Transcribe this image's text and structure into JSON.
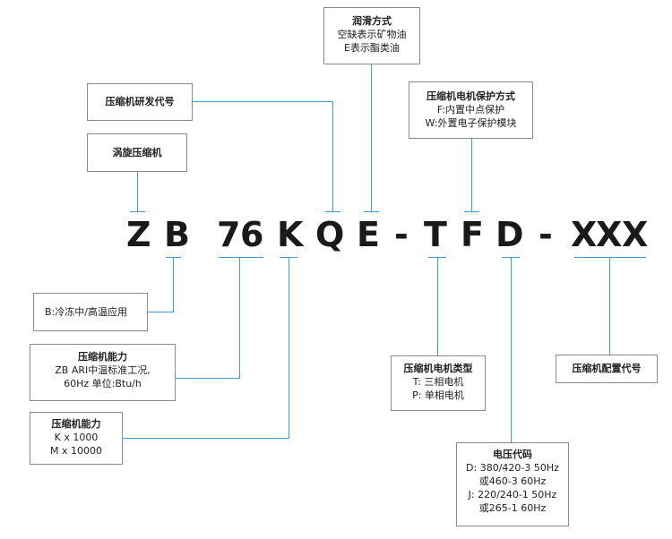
{
  "model_code": {
    "chars": [
      "Z",
      "B",
      "7",
      "6",
      "K",
      "Q",
      "E",
      "-",
      "T",
      "F",
      "D",
      "-",
      "X",
      "X",
      "X"
    ]
  },
  "boxes": {
    "lubricant": {
      "title": "润滑方式",
      "lines": [
        "空缺表示矿物油",
        "E表示酯类油"
      ]
    },
    "dev_code": {
      "title": "压缩机研发代号",
      "lines": []
    },
    "scroll": {
      "title": "涡旋压缩机",
      "lines": []
    },
    "motor_protection": {
      "title": "压缩机电机保护方式",
      "lines": [
        "F:内置中点保护",
        "W:外置电子保护模块"
      ]
    },
    "application": {
      "title": "",
      "lines": [
        "B:冷冻中/高温应用"
      ]
    },
    "capacity": {
      "title": "压缩机能力",
      "lines": [
        "ZB ARI中温标准工况,",
        "60Hz 单位:Btu/h"
      ]
    },
    "capacity_unit": {
      "title": "压缩机能力",
      "lines": [
        "K x 1000",
        "M x 10000"
      ]
    },
    "motor_type": {
      "title": "压缩机电机类型",
      "lines": [
        "T: 三相电机",
        "P: 单相电机"
      ]
    },
    "config": {
      "title": "压缩机配置代号",
      "lines": []
    },
    "voltage": {
      "title": "电压代码",
      "lines": [
        "D: 380/420-3 50Hz",
        "或460-3 60Hz",
        "J: 220/240-1 50Hz",
        "或265-1 60Hz"
      ]
    }
  },
  "colors": {
    "connector": "#3d9ad9",
    "border": "#8a8a8a"
  }
}
